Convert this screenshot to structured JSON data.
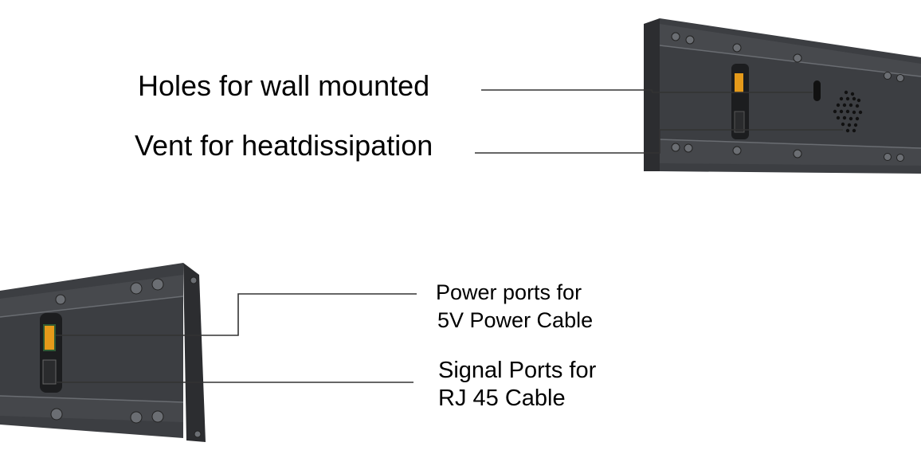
{
  "diagram": {
    "title": "LED display cabinet rear view port and mount callouts",
    "callouts": {
      "wall_mount": "Holes for wall mounted",
      "vent": "Vent for heatdissipation",
      "power_line1": "Power ports for",
      "power_line2": "5V Power Cable",
      "signal_line1": "Signal Ports for",
      "signal_line2": "RJ 45 Cable"
    },
    "colors": {
      "panel_body": "#3a3c3f",
      "panel_dark": "#2a2b2d",
      "panel_edge": "#55585c",
      "connector_orange": "#e59a1a",
      "pcb_green": "#2f5a34",
      "leader_line": "#333333"
    }
  }
}
